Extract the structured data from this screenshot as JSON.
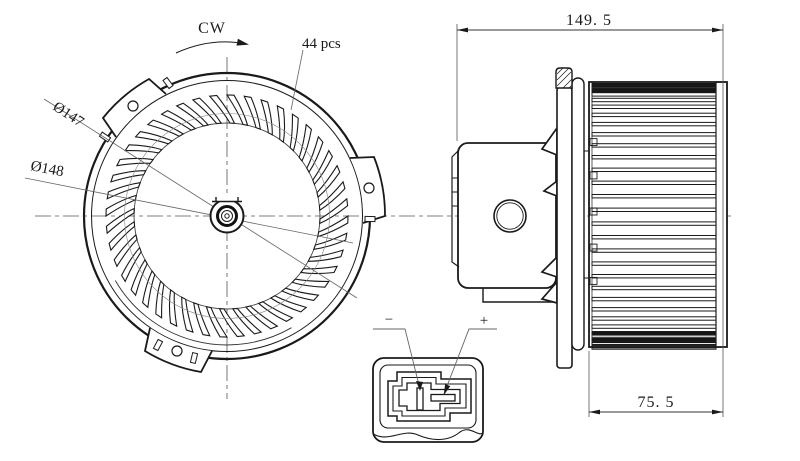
{
  "drawing": {
    "front_view": {
      "rotation_label": "CW",
      "blade_count": 44,
      "blade_count_label": "44 pcs",
      "diameter_inner_label": "Ø147",
      "diameter_outer_label": "Ø148"
    },
    "side_view": {
      "overall_depth_dim": "149. 5",
      "wheel_width_dim": "75. 5"
    },
    "connector": {
      "negative_label": "−",
      "positive_label": "+"
    },
    "colors": {
      "line": "#1a1a1a",
      "thin_line": "#555555",
      "background": "#ffffff"
    }
  }
}
